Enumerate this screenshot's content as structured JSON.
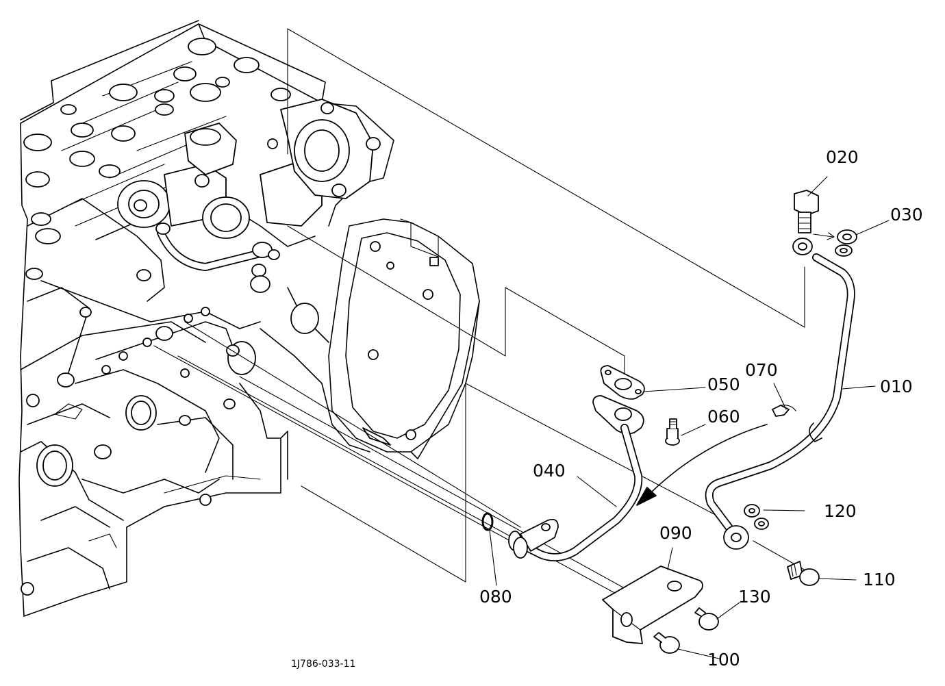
{
  "diagram": {
    "figure_code": "1J786-033-11",
    "callouts": [
      {
        "id": "010",
        "label": "010"
      },
      {
        "id": "020",
        "label": "020"
      },
      {
        "id": "030",
        "label": "030"
      },
      {
        "id": "040",
        "label": "040"
      },
      {
        "id": "050",
        "label": "050"
      },
      {
        "id": "060",
        "label": "060"
      },
      {
        "id": "070",
        "label": "070"
      },
      {
        "id": "080",
        "label": "080"
      },
      {
        "id": "090",
        "label": "090"
      },
      {
        "id": "100",
        "label": "100"
      },
      {
        "id": "110",
        "label": "110"
      },
      {
        "id": "120",
        "label": "120"
      },
      {
        "id": "130",
        "label": "130"
      }
    ]
  }
}
